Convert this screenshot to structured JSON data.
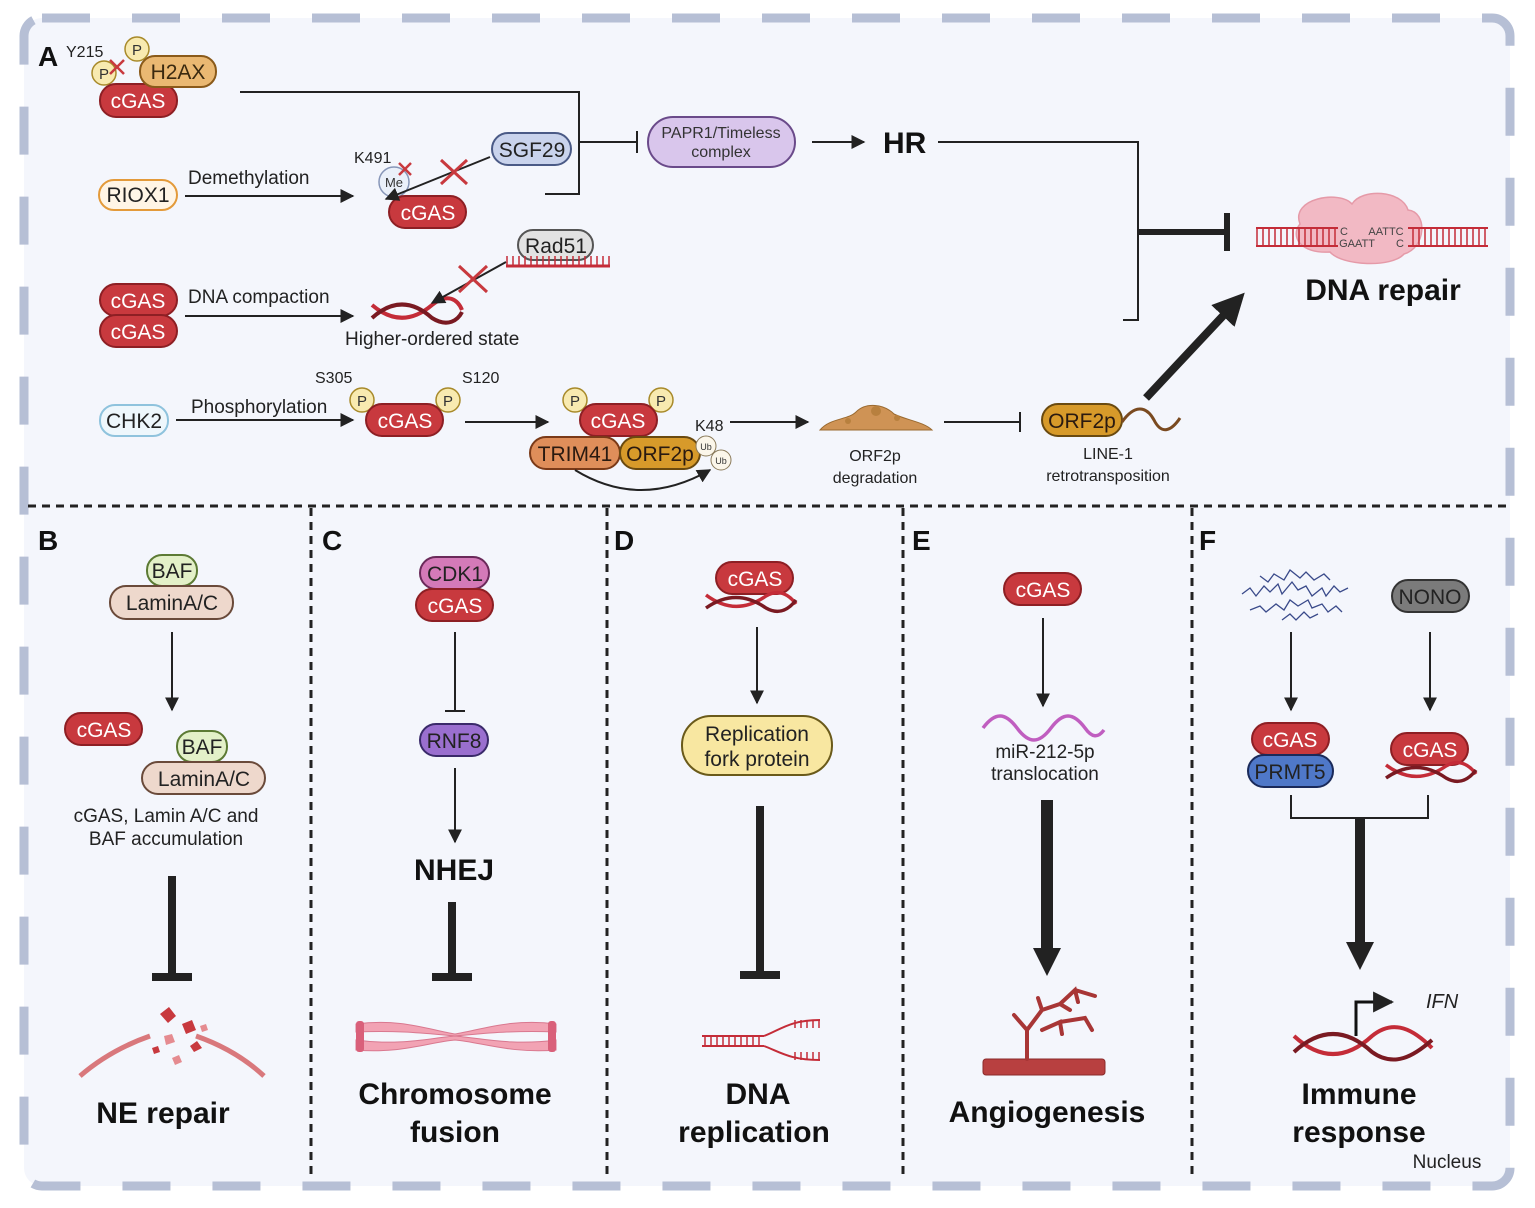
{
  "colors": {
    "cgas": "#c8393e",
    "cgas_border": "#8d1f24",
    "background": "#f4f6fc",
    "frame_dash": "#b6bfd5",
    "ptm": "#f8eab0",
    "h2ax": "#eab872",
    "sgf29": "#c9d3ec",
    "parp": "#d9c6ec",
    "orf2p": "#d79a2a",
    "trim41": "#df8e5a",
    "cdk1": "#d47ab8",
    "rnf8": "#9a6fcf",
    "replication": "#f8e7a1",
    "nono": "#7b7b7b",
    "prmt5": "#4f78c8",
    "baf": "#e3f0c8",
    "lamin": "#eed8cc",
    "dna": "#c42c38"
  },
  "panels": {
    "A": "A",
    "B": "B",
    "C": "C",
    "D": "D",
    "E": "E",
    "F": "F"
  },
  "panel_a": {
    "y215": "Y215",
    "p": "P",
    "h2ax": "H2AX",
    "cgas": "cGAS",
    "riox1": "RIOX1",
    "demethylation": "Demethylation",
    "k491": "K491",
    "me": "Me",
    "sgf29": "SGF29",
    "parp_line1": "PAPR1/Timeless",
    "parp_line2": "complex",
    "hr": "HR",
    "rad51": "Rad51",
    "dna_compaction": "DNA  compaction",
    "higher_ordered": "Higher-ordered state",
    "chk2": "CHK2",
    "phosphorylation": "Phosphorylation",
    "s305": "S305",
    "s120": "S120",
    "trim41": "TRIM41",
    "orf2p": "ORF2p",
    "k48": "K48",
    "ub": "Ub",
    "orf2p_deg_1": "ORF2p",
    "orf2p_deg_2": "degradation",
    "line1_1": "LINE-1",
    "line1_2": "retrotransposition",
    "motif_top": "AATTC",
    "motif_bottom": "GAATT",
    "motif_c": "C",
    "dna_repair": "DNA repair"
  },
  "panel_b": {
    "baf": "BAF",
    "lamin": "LaminA/C",
    "cgas": "cGAS",
    "accum_1": "cGAS, Lamin A/C and",
    "accum_2": "BAF accumulation",
    "outcome": "NE repair"
  },
  "panel_c": {
    "cdk1": "CDK1",
    "cgas": "cGAS",
    "rnf8": "RNF8",
    "nhej": "NHEJ",
    "outcome_1": "Chromosome",
    "outcome_2": "fusion"
  },
  "panel_d": {
    "cgas": "cGAS",
    "fork_1": "Replication",
    "fork_2": "fork protein",
    "outcome_1": "DNA",
    "outcome_2": "replication"
  },
  "panel_e": {
    "cgas": "cGAS",
    "mir_1": "miR-212-5p",
    "mir_2": "translocation",
    "outcome": "Angiogenesis"
  },
  "panel_f": {
    "nono": "NONO",
    "cgas": "cGAS",
    "prmt5": "PRMT5",
    "ifn": "IFN",
    "outcome_1": "Immune",
    "outcome_2": "response"
  },
  "nucleus": "Nucleus"
}
